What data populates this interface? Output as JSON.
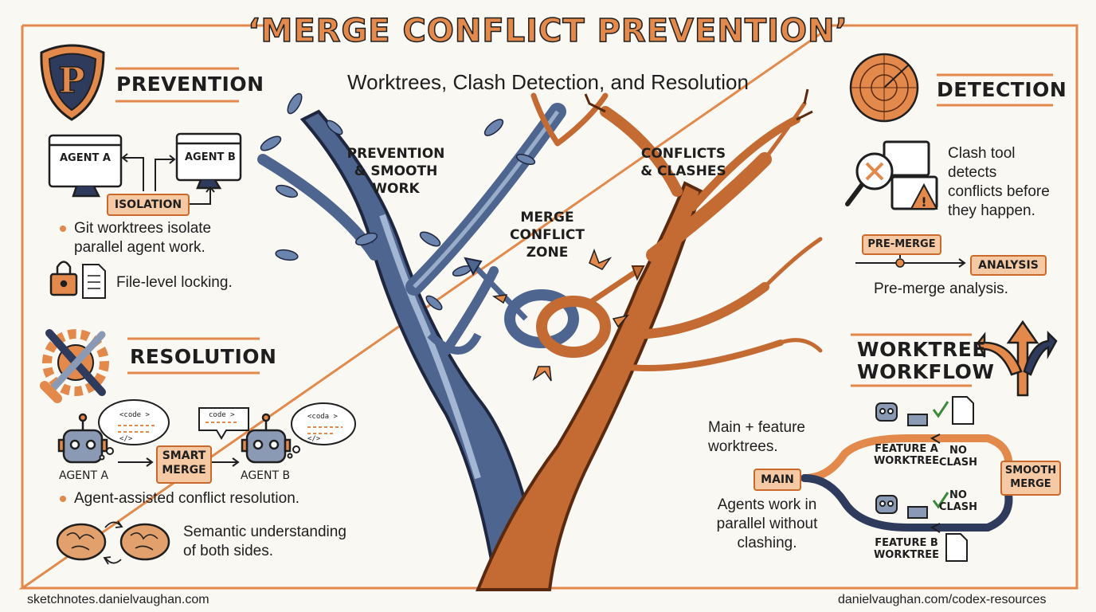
{
  "header": {
    "title": "‘MERGE CONFLICT PREVENTION’",
    "subtitle": "Worktrees, Clash Detection, and Resolution"
  },
  "prevention": {
    "heading": "PREVENTION",
    "agent_a": "AGENT A",
    "agent_b": "AGENT B",
    "isolation": "ISOLATION",
    "point1_line1": "Git worktrees isolate",
    "point1_line2": "parallel agent work.",
    "point2": "File-level locking."
  },
  "resolution": {
    "heading": "RESOLUTION",
    "agent_a": "AGENT A",
    "agent_b": "AGENT B",
    "smart_merge": "SMART\nMERGE",
    "bubble_1": "<code >",
    "bubble_1b": "</>",
    "bubble_2": "code >",
    "bubble_3": "<coda >",
    "bubble_3b": "</>",
    "point1": "Agent-assisted conflict resolution.",
    "point2_line1": "Semantic understanding",
    "point2_line2": "of both sides."
  },
  "tree": {
    "left_label": "PREVENTION\n& SMOOTH\nWORK",
    "right_label": "CONFLICTS\n& CLASHES",
    "center_label": "MERGE\nCONFLICT\nZONE"
  },
  "detection": {
    "heading": "DETECTION",
    "text": "Clash tool\ndetects\nconflicts before\nthey happen.",
    "pre_merge": "PRE-MERGE",
    "analysis": "ANALYSIS",
    "caption": "Pre-merge analysis."
  },
  "worktree": {
    "heading_line1": "WORKTREE",
    "heading_line2": "WORKFLOW",
    "text1_line1": "Main + feature",
    "text1_line2": "worktrees.",
    "main": "MAIN",
    "feature_a": "FEATURE A\nWORKTREE",
    "feature_b": "FEATURE B\nWORKTREE",
    "no_clash_a": "NO\nCLASH",
    "no_clash_b": "NO\nCLASH",
    "smooth_merge": "SMOOTH\nMERGE",
    "text2": "Agents work in\nparallel without\nclashing."
  },
  "footer": {
    "left": "sketchnotes.danielvaughan.com",
    "right": "danielvaughan.com/codex-resources"
  },
  "colors": {
    "accent_orange": "#e2894b",
    "dark_navy": "#2f3b5c",
    "paper": "#faf8f3"
  },
  "icons": [
    "shield-icon",
    "monitor-icon",
    "padlock-icon",
    "document-icon",
    "gear-wrench-icon",
    "robot-icon",
    "brain-icon",
    "radar-icon",
    "magnifier-icon",
    "warning-icon",
    "split-arrows-icon",
    "checkmark-icon"
  ]
}
